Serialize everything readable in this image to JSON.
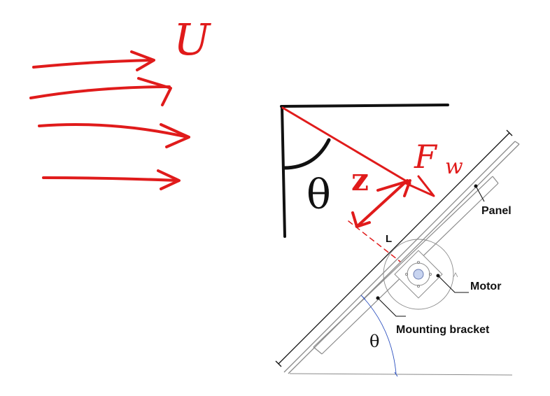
{
  "handwritten": {
    "wind_label": "U",
    "force_label": "F",
    "force_subscript": "w",
    "angle_label": "θ",
    "distance_label": "z"
  },
  "labels": {
    "panel": "Panel",
    "motor": "Motor",
    "mounting_bracket": "Mounting bracket",
    "length": "L",
    "tilt_angle": "θ"
  },
  "colors": {
    "ink_red": "#e01b1b",
    "ink_black": "#111111",
    "drawing_gray": "#8a8a8a",
    "angle_blue": "#2a4fbf"
  }
}
